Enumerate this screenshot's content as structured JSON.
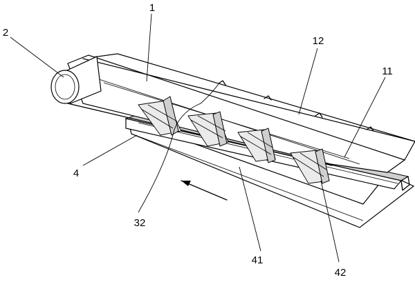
{
  "labels": {
    "conveyor": "1",
    "drum": "2",
    "support_frame": "4",
    "belt_side": "11",
    "belt_top": "12",
    "idler_bracket": "32",
    "rail": "41",
    "crossbeam": "42"
  }
}
